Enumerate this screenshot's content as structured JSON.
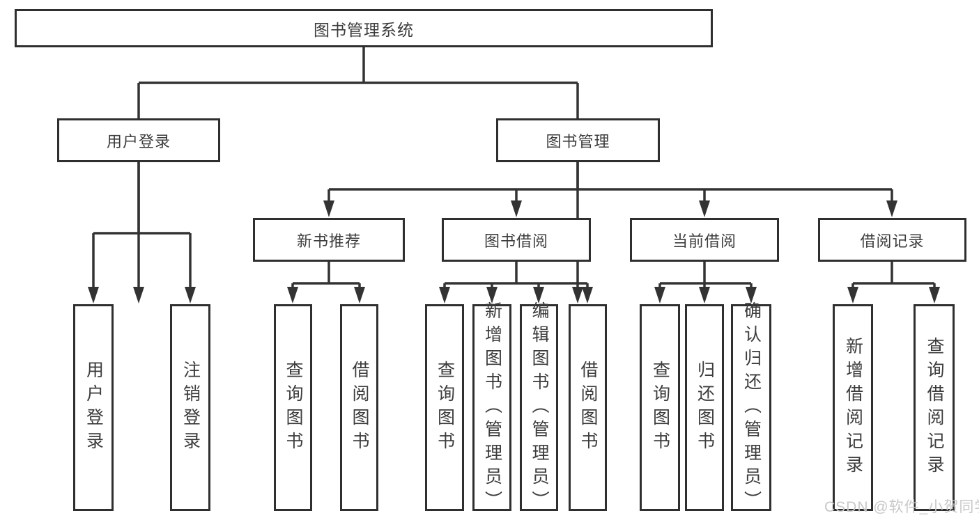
{
  "colors": {
    "line": "#333333",
    "box_border": "#2f2f2f",
    "text": "#3c3c3c",
    "watermark": "#c8c8c8",
    "background": "#ffffff"
  },
  "watermark": "CSDN @软件_小贺同学",
  "tree": {
    "root": "图书管理系统",
    "user": {
      "label": "用户登录",
      "children": [
        "用户登录",
        "注销登录"
      ]
    },
    "mgmt": {
      "label": "图书管理",
      "sections": [
        {
          "label": "新书推荐",
          "children": [
            "查询图书",
            "借阅图书"
          ]
        },
        {
          "label": "图书借阅",
          "children": [
            "查询图书",
            "新增图书（管理员）",
            "编辑图书（管理员）",
            "借阅图书"
          ]
        },
        {
          "label": "当前借阅",
          "children": [
            "查询图书",
            "归还图书",
            "确认归还（管理员）"
          ]
        },
        {
          "label": "借阅记录",
          "children": [
            "新增借阅记录",
            "查询借阅记录"
          ]
        }
      ]
    }
  }
}
